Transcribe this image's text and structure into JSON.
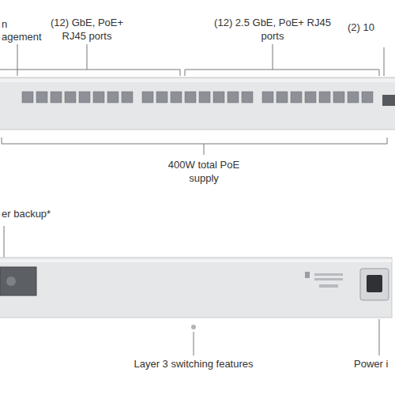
{
  "diagram": {
    "labels": [
      "n",
      "agement",
      "(12) GbE, PoE+ RJ45 ports",
      "(12) 2.5 GbE, PoE+ RJ45 ports",
      "(2) 10",
      "400W total PoE supply",
      "er backup*",
      "Layer 3 switching features",
      "Power i"
    ]
  }
}
